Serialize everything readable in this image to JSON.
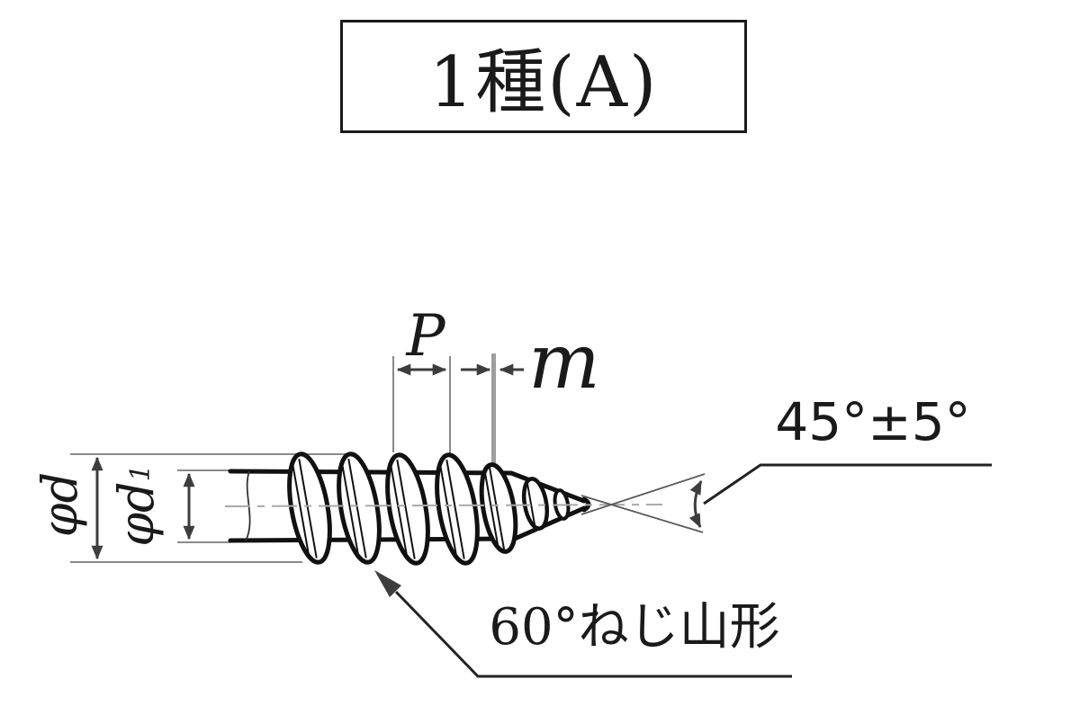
{
  "figure": {
    "title": "1種(A)",
    "kind_note": "tapping-screw thread profile diagram"
  },
  "dimensions": {
    "pitch": "P",
    "crest_flat": "m",
    "point_angle": "45°±5°",
    "thread_form": "60°ねじ山形",
    "major_diameter": "φd",
    "root_diameter_base": "φd",
    "root_diameter_subscript": "1"
  },
  "colors": {
    "background": "#ffffff",
    "outline": "#111111",
    "dimension": "#3d3d3d",
    "extension": "#8a8a8a",
    "centerline": "#a9a9a9"
  }
}
